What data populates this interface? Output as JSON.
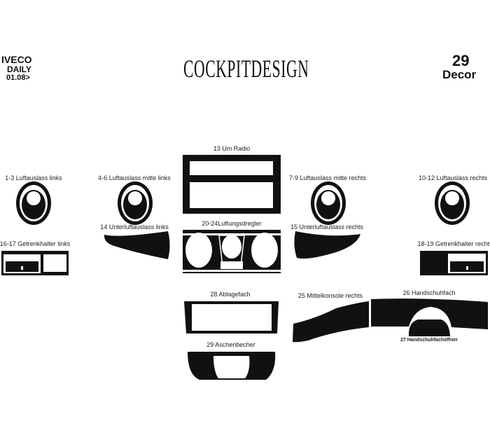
{
  "header": {
    "vehicle": [
      "IVECO",
      "DAILY",
      "01.08>"
    ],
    "logo_text": "COCKPITDESIGN",
    "piece_count": "29",
    "piece_label": "Decor"
  },
  "parts": {
    "p13": "13 Um Radio",
    "p1_3": "1-3 Luftauslass links",
    "p4_6": "4-6 Luftauslass mitte links",
    "p7_9": "7-9 Luftauslass mitte rechts",
    "p10_12": "10-12 Luftauslass rechts",
    "p14": "14 Unterluftauslass links",
    "p20_24": "20-24Luftungsdregler",
    "p15": "15 Unterluftauslass rechts",
    "p16_17": "16-17 Getrenkhalter links",
    "p18_19": "18-19 Getrenkhalter rechts",
    "p28": "28  Ablagefach",
    "p25": "25 Mittelkonsole rechts",
    "p26": "26 Handschuhfach",
    "p27": "27 Handschuhfachöffner",
    "p29": "29 Aschenbecher"
  },
  "colors": {
    "part_fill": "#111111",
    "background": "#ffffff"
  }
}
